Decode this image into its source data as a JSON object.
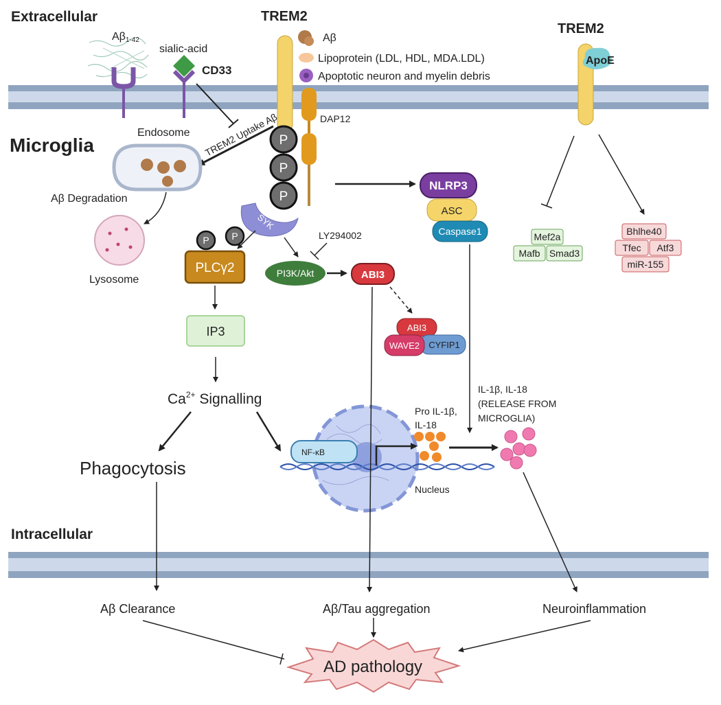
{
  "regions": {
    "extracellular": "Extracellular",
    "microglia": "Microglia",
    "intracellular": "Intracellular"
  },
  "left_receptors": {
    "abeta_142": "Aβ",
    "abeta_142_sub": "1-42",
    "sialic_acid": "sialic-acid",
    "cd33": "CD33",
    "inhibit_label": "TREM2 Uptake Aβ",
    "endosome": "Endosome",
    "abeta_degradation": "Aβ Degradation",
    "lysosome": "Lysosome"
  },
  "trem2_center": {
    "title": "TREM2",
    "dap12": "DAP12",
    "p": "P",
    "syk": "SYK"
  },
  "ligands": {
    "abeta": "Aβ",
    "lipoprotein": "Lipoprotein (LDL, HDL, MDA.LDL)",
    "apoptotic": "Apoptotic neuron and myelin debris"
  },
  "trem2_right": {
    "title": "TREM2",
    "apoe": "ApoE",
    "mef2a": "Mef2a",
    "mafb": "Mafb",
    "smad3": "Smad3",
    "bhlhe40": "Bhlhe40",
    "tfec": "Tfec",
    "atf3": "Atf3",
    "mir155": "miR-155"
  },
  "inflammasome": {
    "nlrp3": "NLRP3",
    "asc": "ASC",
    "caspase1": "Caspase1",
    "release_1": "IL-1β, IL-18",
    "release_2": "(RELEASE FROM",
    "release_3": "MICROGLIA)",
    "pro_1": "Pro IL-1β,",
    "pro_2": "IL-18"
  },
  "signaling": {
    "ly": "LY294002",
    "pi3k": "PI3K/Akt",
    "abi3": "ABI3",
    "abi3_complex": "ABI3",
    "wave2": "WAVE2",
    "cyfip1": "CYFIP1",
    "plcg2": "PLCγ2",
    "ip3": "IP3",
    "ca_pre": "Ca",
    "ca_sup": "2+",
    "ca_post": " Signalling",
    "phagocytosis": "Phagocytosis",
    "nfkb": "NF-κB",
    "nucleus": "Nucleus"
  },
  "outcomes": {
    "clearance": "Aβ Clearance",
    "aggregation": "Aβ/Tau aggregation",
    "neuroinflammation": "Neuroinflammation",
    "ad": "AD pathology"
  },
  "colors": {
    "membrane": "#8fa4bf",
    "membrane_light": "#cdd9ea",
    "trem2": "#f3d36a",
    "dap12": "#e19a1e",
    "phospho": "#6e6e6e",
    "syk": "#8e8ed6",
    "plcg2": "#c8891e",
    "ip3": "#dff2d8",
    "pi3k": "#3f7d3c",
    "abi3": "#d7393e",
    "wave2": "#d63c68",
    "cyfip1": "#6e9bd1",
    "nlrp3": "#7a3ea0",
    "asc": "#f5d56a",
    "caspase": "#1f8bb4",
    "green_box": "#e4f4de",
    "red_box": "#f8d9da",
    "il": "#f07ab0",
    "pro_il": "#f08a2a",
    "nucleus": "#c9d3f3",
    "ad_star": "#f9d7d7"
  }
}
